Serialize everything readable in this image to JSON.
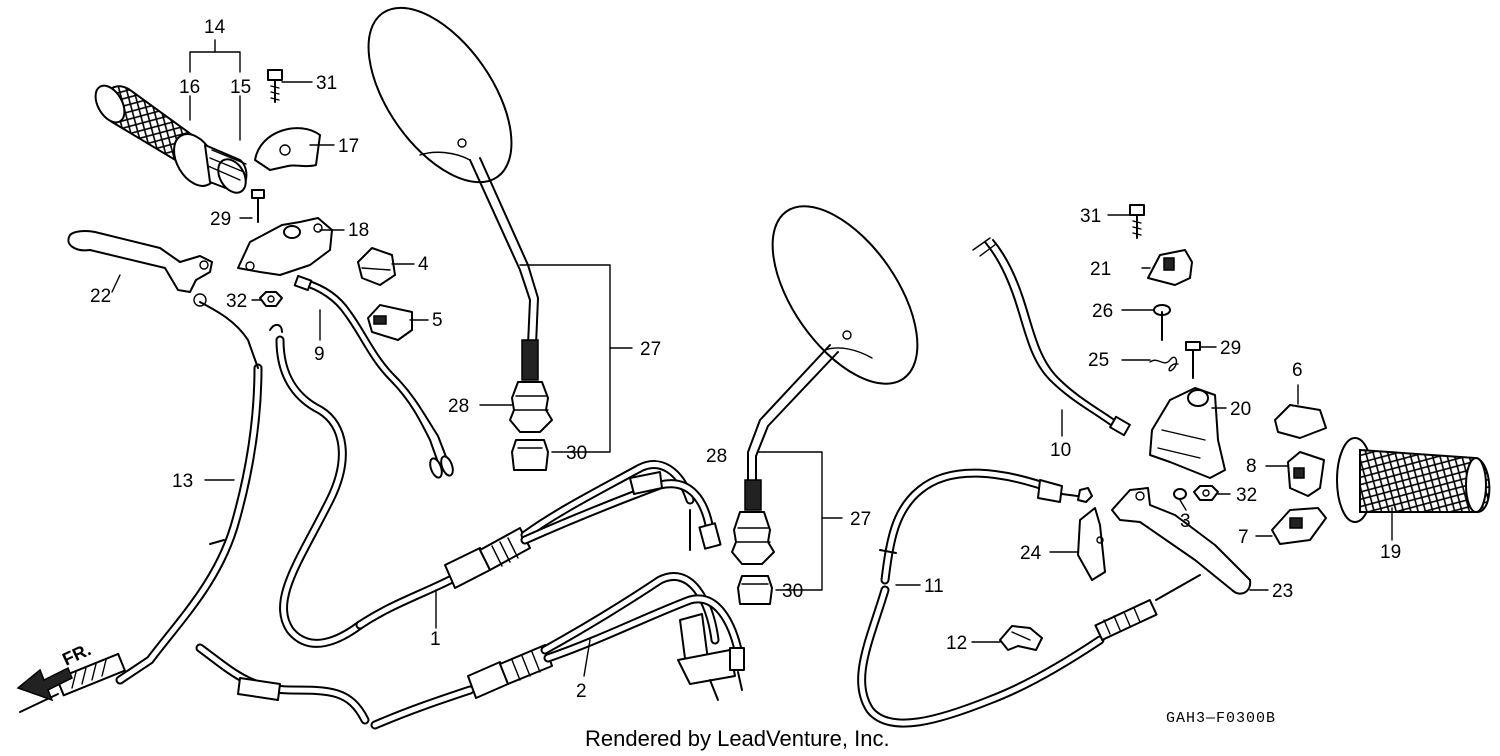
{
  "diagram": {
    "credit": "Rendered by LeadVenture, Inc.",
    "drawing_code": "GAH3—F0300B",
    "front_marker": "FR.",
    "callouts": [
      {
        "id": "c14",
        "label": "14"
      },
      {
        "id": "c16",
        "label": "16"
      },
      {
        "id": "c15",
        "label": "15"
      },
      {
        "id": "c31a",
        "label": "31"
      },
      {
        "id": "c17",
        "label": "17"
      },
      {
        "id": "c29a",
        "label": "29"
      },
      {
        "id": "c18",
        "label": "18"
      },
      {
        "id": "c4",
        "label": "4"
      },
      {
        "id": "c22",
        "label": "22"
      },
      {
        "id": "c32a",
        "label": "32"
      },
      {
        "id": "c5",
        "label": "5"
      },
      {
        "id": "c9",
        "label": "9"
      },
      {
        "id": "c27a",
        "label": "27"
      },
      {
        "id": "c28a",
        "label": "28"
      },
      {
        "id": "c30a",
        "label": "30"
      },
      {
        "id": "c13",
        "label": "13"
      },
      {
        "id": "c1",
        "label": "1"
      },
      {
        "id": "c2",
        "label": "2"
      },
      {
        "id": "c28b",
        "label": "28"
      },
      {
        "id": "c27b",
        "label": "27"
      },
      {
        "id": "c30b",
        "label": "30"
      },
      {
        "id": "c31b",
        "label": "31"
      },
      {
        "id": "c21",
        "label": "21"
      },
      {
        "id": "c26",
        "label": "26"
      },
      {
        "id": "c29b",
        "label": "29"
      },
      {
        "id": "c25",
        "label": "25"
      },
      {
        "id": "c6",
        "label": "6"
      },
      {
        "id": "c20",
        "label": "20"
      },
      {
        "id": "c10",
        "label": "10"
      },
      {
        "id": "c8",
        "label": "8"
      },
      {
        "id": "c32b",
        "label": "32"
      },
      {
        "id": "c3",
        "label": "3"
      },
      {
        "id": "c19",
        "label": "19"
      },
      {
        "id": "c7",
        "label": "7"
      },
      {
        "id": "c24",
        "label": "24"
      },
      {
        "id": "c11",
        "label": "11"
      },
      {
        "id": "c23",
        "label": "23"
      },
      {
        "id": "c12",
        "label": "12"
      }
    ]
  }
}
